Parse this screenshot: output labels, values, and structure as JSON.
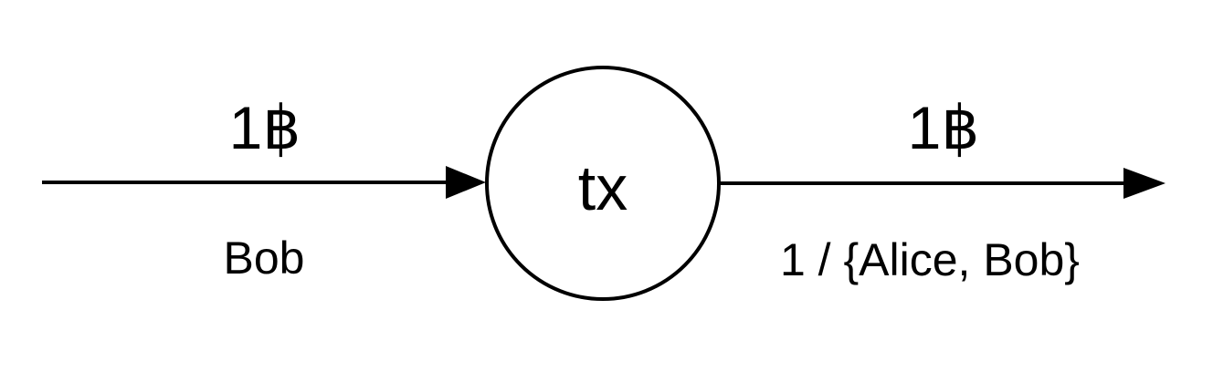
{
  "diagram": {
    "node": {
      "label": "tx"
    },
    "input": {
      "amount": "1฿",
      "owner": "Bob"
    },
    "output": {
      "amount": "1฿",
      "owner": "1 / {Alice, Bob}"
    },
    "colors": {
      "stroke": "#000000",
      "background": "#ffffff"
    }
  }
}
